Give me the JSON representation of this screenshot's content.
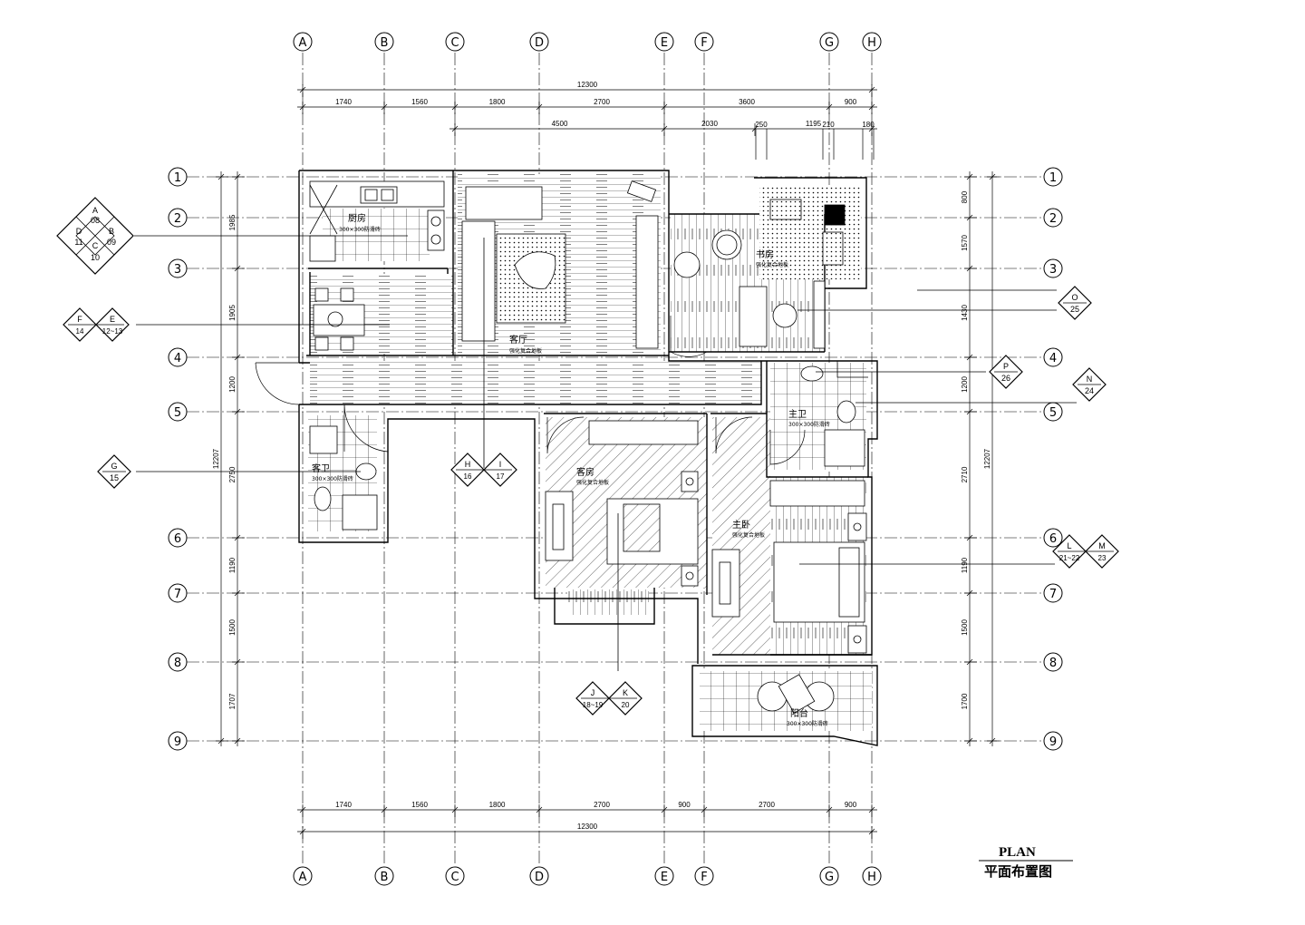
{
  "title": {
    "en": "PLAN",
    "zh": "平面布置图"
  },
  "grid": {
    "columns": [
      {
        "id": "A",
        "label": "A"
      },
      {
        "id": "B",
        "label": "B"
      },
      {
        "id": "C",
        "label": "C"
      },
      {
        "id": "D",
        "label": "D"
      },
      {
        "id": "E",
        "label": "E"
      },
      {
        "id": "F",
        "label": "F"
      },
      {
        "id": "G",
        "label": "G"
      },
      {
        "id": "H",
        "label": "H"
      }
    ],
    "rows": [
      {
        "id": "1",
        "label": "1"
      },
      {
        "id": "2",
        "label": "2"
      },
      {
        "id": "3",
        "label": "3"
      },
      {
        "id": "4",
        "label": "4"
      },
      {
        "id": "5",
        "label": "5"
      },
      {
        "id": "6",
        "label": "6"
      },
      {
        "id": "7",
        "label": "7"
      },
      {
        "id": "8",
        "label": "8"
      },
      {
        "id": "9",
        "label": "9"
      }
    ]
  },
  "dimensions": {
    "top_total": "12300",
    "top_segments": [
      "1740",
      "1560",
      "1800",
      "2700",
      "3600",
      "900"
    ],
    "top_second": [
      "4500",
      "2030",
      "1195"
    ],
    "top_small": [
      "250",
      "210",
      "180"
    ],
    "bottom_total": "12300",
    "bottom_segments": [
      "1740",
      "1560",
      "1800",
      "2700",
      "900",
      "2700",
      "900"
    ],
    "left_total": "12207",
    "left_segments": [
      "1985",
      "1905",
      "1200",
      "2750",
      "1190",
      "1500",
      "1707"
    ],
    "right_total": "12207",
    "right_segments": [
      "800",
      "1570",
      "1430",
      "1200",
      "2710",
      "1190",
      "1500",
      "1700"
    ]
  },
  "rooms": [
    {
      "id": "kitchen",
      "name": "厨房",
      "sub": "300×300防滑砖"
    },
    {
      "id": "living",
      "name": "客厅",
      "sub": "强化复合地板"
    },
    {
      "id": "study",
      "name": "书房",
      "sub": "强化复合地板"
    },
    {
      "id": "master_bath",
      "name": "主卫",
      "sub": "300×300防滑砖"
    },
    {
      "id": "guest_bath",
      "name": "客卫",
      "sub": "300×300防滑砖"
    },
    {
      "id": "guest_room",
      "name": "客房",
      "sub": "强化复合地板"
    },
    {
      "id": "master_bed",
      "name": "主卧",
      "sub": "强化复合地板"
    },
    {
      "id": "balcony",
      "name": "阳台",
      "sub": "300×300防滑砖"
    }
  ],
  "elevation_markers": [
    {
      "id": "abcd",
      "letters": [
        "A",
        "B",
        "C",
        "D"
      ],
      "numbers": [
        "08",
        "09",
        "10",
        "11"
      ]
    },
    {
      "id": "fe",
      "letters": [
        "F",
        "E"
      ],
      "numbers": [
        "14",
        "12~13"
      ]
    },
    {
      "id": "g",
      "letters": [
        "G"
      ],
      "numbers": [
        "15"
      ]
    },
    {
      "id": "hi",
      "letters": [
        "H",
        "I"
      ],
      "numbers": [
        "16",
        "17"
      ]
    },
    {
      "id": "jk",
      "letters": [
        "J",
        "K"
      ],
      "numbers": [
        "18~19",
        "20"
      ]
    },
    {
      "id": "o",
      "letters": [
        "O"
      ],
      "numbers": [
        "25"
      ]
    },
    {
      "id": "p",
      "letters": [
        "P"
      ],
      "numbers": [
        "26"
      ]
    },
    {
      "id": "n",
      "letters": [
        "N"
      ],
      "numbers": [
        "24"
      ]
    },
    {
      "id": "lm",
      "letters": [
        "L",
        "M"
      ],
      "numbers": [
        "21~22",
        "23"
      ]
    }
  ]
}
